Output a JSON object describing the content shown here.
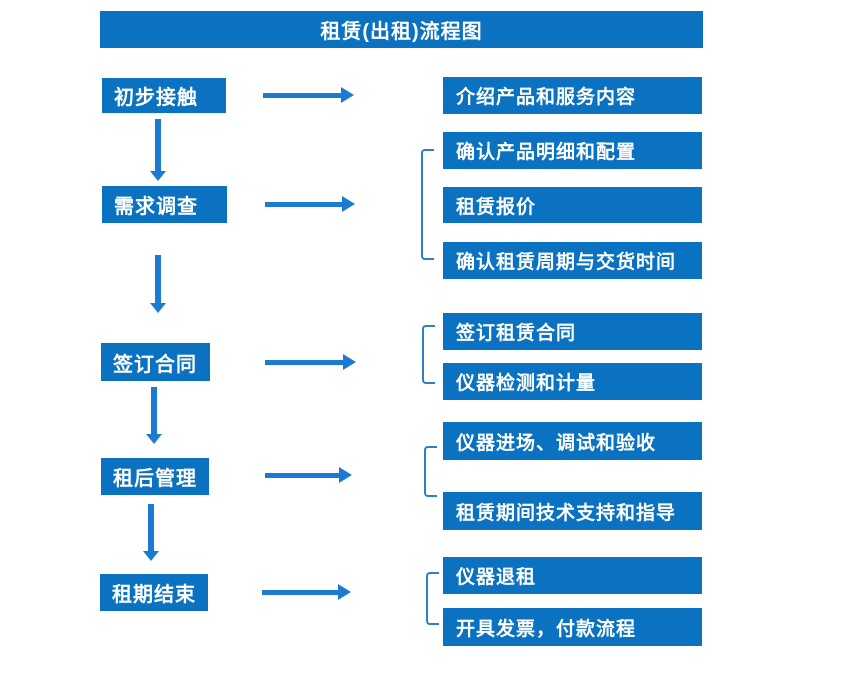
{
  "title": "租赁(出租)流程图",
  "colors": {
    "box_fill": "#0a72c0",
    "arrow": "#1b7bd3",
    "bracket": "#2e7fc7",
    "text": "#ffffff",
    "background": "#ffffff"
  },
  "steps": [
    "初步接触",
    "需求调查",
    "签订合同",
    "租后管理",
    "租期结束"
  ],
  "details": [
    [
      "介绍产品和服务内容"
    ],
    [
      "确认产品明细和配置",
      "租赁报价",
      "确认租赁周期与交货时间"
    ],
    [
      "签订租赁合同",
      "仪器检测和计量"
    ],
    [
      "仪器进场、调试和验收",
      "租赁期间技术支持和指导"
    ],
    [
      "仪器退租",
      "开具发票，付款流程"
    ]
  ]
}
